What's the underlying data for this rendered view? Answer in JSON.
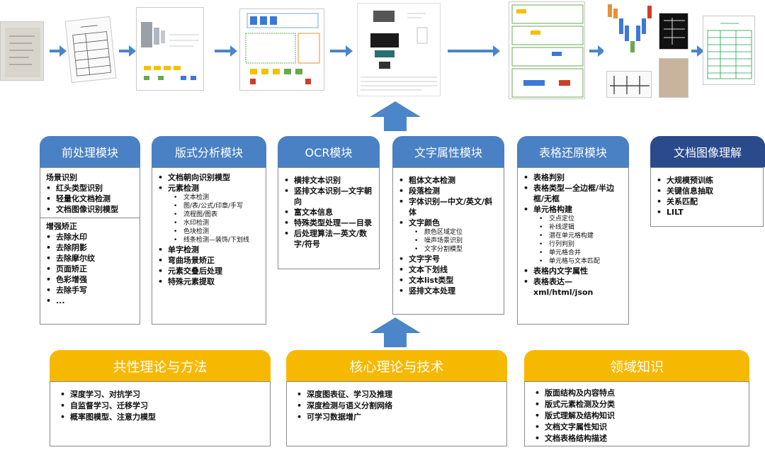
{
  "pipeline": {
    "stage_names": [
      "scanned-photo",
      "scanned-form",
      "layout-network-diagram",
      "layout-architecture-diagram",
      "ocr-architecture-figure",
      "attribute-modules",
      "table-unet-outputs",
      "restored-table"
    ]
  },
  "modules": [
    {
      "title": "前处理模块",
      "sections": [
        {
          "heading": "场景识别",
          "items": [
            "红头类型识别",
            "轻量化文档检测",
            "文档图像识别模型"
          ]
        },
        {
          "heading": "增强矫正",
          "items": [
            "去除水印",
            "去除阴影",
            "去除摩尔纹",
            "页面矫正",
            "色彩增强",
            "去除手写",
            "..."
          ]
        }
      ]
    },
    {
      "title": "版式分析模块",
      "items": [
        {
          "text": "文档朝向识别模型",
          "sub": []
        },
        {
          "text": "元素检测",
          "sub": [
            "文本检测",
            "图/表/公式/印章/手写",
            "流程图/图表",
            "水印检测",
            "色块检测",
            "线条检测—装饰/下划线"
          ]
        },
        {
          "text": "单字检测",
          "sub": []
        },
        {
          "text": "弯曲场景矫正",
          "sub": []
        },
        {
          "text": "元素交叠后处理",
          "sub": []
        },
        {
          "text": "特殊元素提取",
          "sub": []
        }
      ]
    },
    {
      "title": "OCR模块",
      "items": [
        "横排文本识别",
        "竖排文本识别—文字朝向",
        "富文本信息",
        "特殊类型处理——目录",
        "后处理算法—英文/数字/符号"
      ]
    },
    {
      "title": "文字属性模块",
      "items": [
        {
          "text": "粗体文本检测",
          "sub": []
        },
        {
          "text": "段落检测",
          "sub": []
        },
        {
          "text": "字体识别—中文/英文/斜体",
          "sub": []
        },
        {
          "text": "文字颜色",
          "sub": [
            "颜色区域定位",
            "噪声场景识别",
            "文字分割模型"
          ]
        },
        {
          "text": "文字字号",
          "sub": []
        },
        {
          "text": "文本下划线",
          "sub": []
        },
        {
          "text": "文本list类型",
          "sub": []
        },
        {
          "text": "竖排文本处理",
          "sub": []
        }
      ]
    },
    {
      "title": "表格还原模块",
      "items": [
        {
          "text": "表格判别",
          "sub": []
        },
        {
          "text": "表格类型—全边框/半边框/无框",
          "sub": []
        },
        {
          "text": "单元格构建",
          "sub": [
            "交点定位",
            "补线逻辑",
            "潜在单元格构建",
            "行列判别",
            "单元格合并",
            "单元格与文本匹配"
          ]
        },
        {
          "text": "表格内文字属性",
          "sub": []
        },
        {
          "text": "表格表达—xml/html/json",
          "sub": []
        }
      ]
    },
    {
      "title": "文档图像理解",
      "items": [
        "大规模预训练",
        "关键信息抽取",
        "关系匹配",
        "LILT"
      ]
    }
  ],
  "foundations": [
    {
      "title": "共性理论与方法",
      "items": [
        "深度学习、对抗学习",
        "自监督学习、迁移学习",
        "概率图模型、注意力模型"
      ]
    },
    {
      "title": "核心理论与技术",
      "items": [
        "深度图表征、学习及推理",
        "深度检测与语义分割网络",
        "可学习数据增广"
      ]
    },
    {
      "title": "领域知识",
      "items": [
        "版面结构及内容特点",
        "版式元素检测及分类",
        "版式理解及结构知识",
        "文档文字属性知识",
        "文档表格结构描述"
      ]
    }
  ],
  "colors": {
    "module_header": "#4a80c4",
    "understanding_header": "#2a4a8c",
    "foundation_header": "#f7b800",
    "arrow": "#4a86c8"
  }
}
